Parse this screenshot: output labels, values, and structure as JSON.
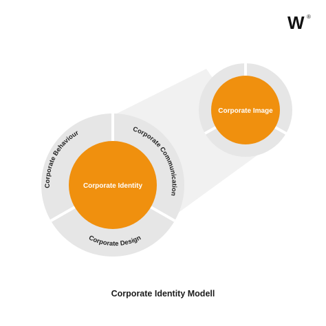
{
  "brand": {
    "logo_letter": "W",
    "logo_mark": "®"
  },
  "colors": {
    "orange": "#F0900E",
    "segment_gray": "#E6E6E6",
    "cone_gray": "#F1F1F1",
    "separator": "#FFFFFF",
    "text_dark": "#222222"
  },
  "diagram": {
    "inner_core": "Corporate Identity",
    "segments": {
      "behaviour": "Corporate Behaviour",
      "communication": "Corporate Communication",
      "design": "Corporate Design"
    },
    "outer_core": "Corporate Image"
  },
  "caption": "Corporate Identity Modell"
}
